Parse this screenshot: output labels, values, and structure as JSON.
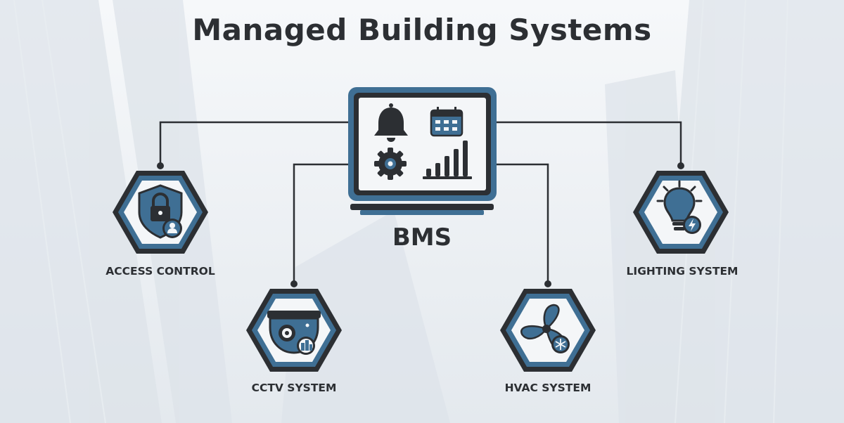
{
  "title": "Managed Building Systems",
  "hub": {
    "label": "BMS"
  },
  "nodes": [
    {
      "label": "ACCESS CONTROL"
    },
    {
      "label": "CCTV SYSTEM"
    },
    {
      "label": "HVAC SYSTEM"
    },
    {
      "label": "LIGHTING SYSTEM"
    }
  ],
  "colors": {
    "dark": "#2c2f33",
    "accent": "#3f6f94",
    "light": "#ffffff"
  }
}
